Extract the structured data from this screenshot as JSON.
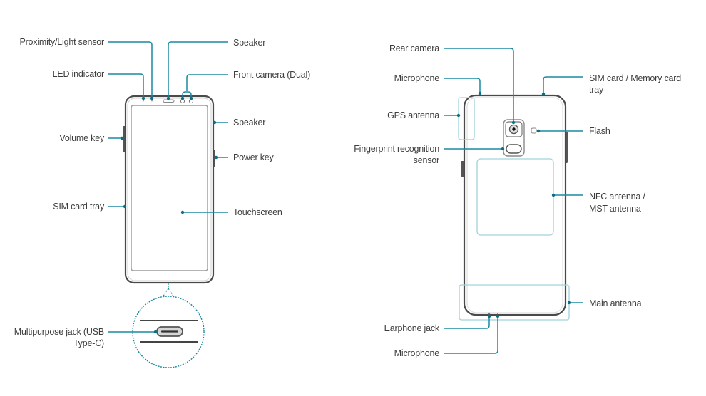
{
  "colors": {
    "leader": "#1a8aa0",
    "leader_dot": "#0b6f86",
    "phone_outline": "#4a4a4a",
    "phone_inner": "#b9b9b9",
    "antenna_zone": "#9fd3da",
    "text": "#3d3d3d",
    "background": "#ffffff"
  },
  "front_view": {
    "labels": {
      "proximity_light_sensor": "Proximity/Light sensor",
      "led_indicator": "LED indicator",
      "volume_key": "Volume key",
      "sim_card_tray": "SIM card tray",
      "multipurpose_jack_line1": "Multipurpose jack (USB",
      "multipurpose_jack_line2": "Type-C)",
      "speaker_top": "Speaker",
      "front_camera": "Front camera (Dual)",
      "speaker_side": "Speaker",
      "power_key": "Power key",
      "touchscreen": "Touchscreen"
    }
  },
  "back_view": {
    "labels": {
      "rear_camera": "Rear camera",
      "microphone_top": "Microphone",
      "gps_antenna": "GPS antenna",
      "fingerprint_line1": "Fingerprint recognition",
      "fingerprint_line2": "sensor",
      "sim_memory_line1": "SIM card / Memory card",
      "sim_memory_line2": "tray",
      "flash": "Flash",
      "nfc_line1": "NFC antenna /",
      "nfc_line2": "MST antenna",
      "main_antenna": "Main antenna",
      "earphone_jack": "Earphone jack",
      "microphone_bottom": "Microphone"
    }
  }
}
